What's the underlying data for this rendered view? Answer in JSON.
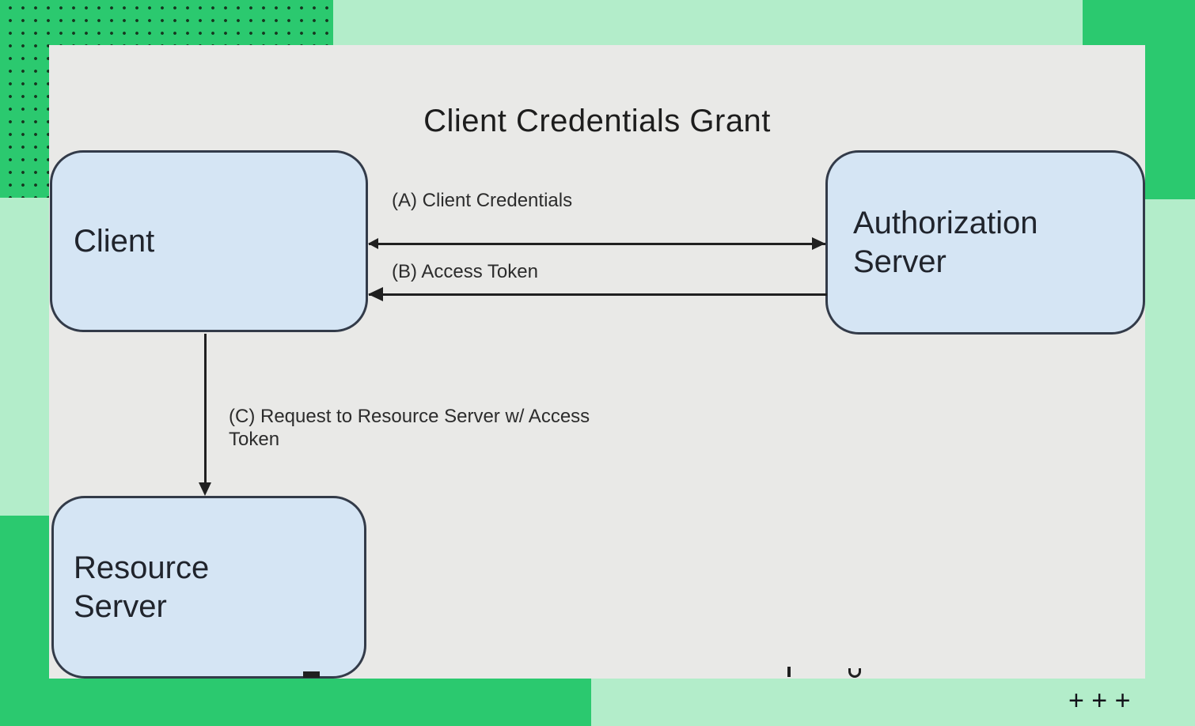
{
  "diagram": {
    "title": "Client Credentials Grant",
    "nodes": [
      {
        "id": "client",
        "label": "Client"
      },
      {
        "id": "authorization-server",
        "label": "Authorization Server"
      },
      {
        "id": "resource-server",
        "label": "Resource Server"
      }
    ],
    "edges": [
      {
        "id": "A",
        "label": "(A) Client Credentials",
        "from": "Client",
        "to": "Authorization Server"
      },
      {
        "id": "B",
        "label": "(B) Access Token",
        "from": "Authorization Server",
        "to": "Client"
      },
      {
        "id": "C",
        "label": "(C) Request to Resource Server w/ Access Token",
        "from": "Client",
        "to": "Resource Server"
      }
    ]
  },
  "decor": {
    "plus_row": "+ + +"
  },
  "colors": {
    "green": "#2bc96f",
    "mint": "#b3edca",
    "panel": "#e9e9e7",
    "node_fill": "#d5e5f4",
    "node_border": "#333b49",
    "ink": "#202020",
    "dot": "#16361f"
  }
}
